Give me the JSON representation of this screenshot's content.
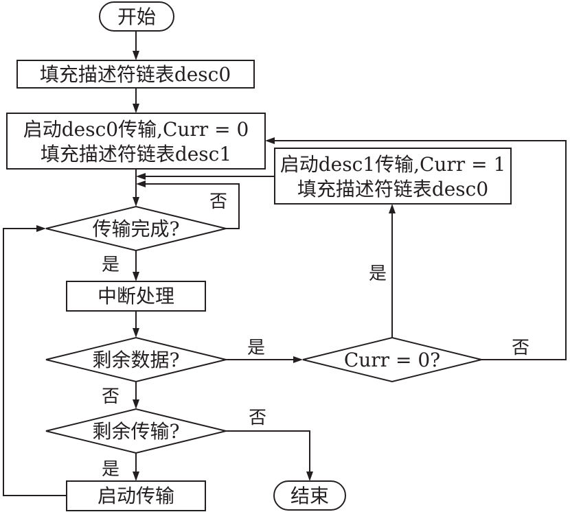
{
  "nodes": {
    "start": "开始",
    "fill_desc0": "填充描述符链表desc0",
    "start_desc0_line1": "启动desc0传输,Curr = 0",
    "start_desc0_line2": "填充描述符链表desc1",
    "start_desc1_line1": "启动desc1传输,Curr = 1",
    "start_desc1_line2": "填充描述符链表desc0",
    "transfer_done": "传输完成?",
    "interrupt": "中断处理",
    "remaining_data": "剩余数据?",
    "curr_zero": "Curr = 0?",
    "remaining_transfer": "剩余传输?",
    "start_transfer": "启动传输",
    "end": "结束"
  },
  "edge_labels": {
    "transfer_done_no": "否",
    "transfer_done_yes": "是",
    "remaining_data_yes": "是",
    "remaining_data_no": "否",
    "curr_zero_yes": "是",
    "curr_zero_no": "否",
    "remaining_transfer_no": "否",
    "remaining_transfer_yes": "是"
  }
}
